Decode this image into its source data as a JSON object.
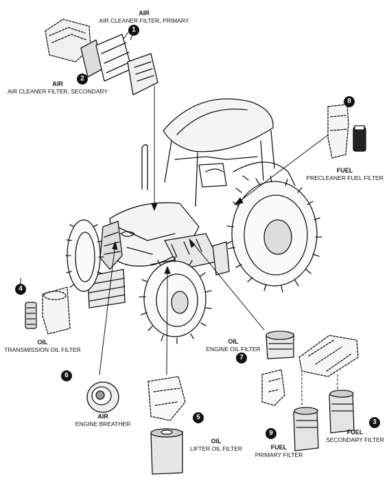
{
  "callouts": [
    {
      "number": "1",
      "category": "AIR",
      "name": "AIR CLEANER FILTER, PRIMARY"
    },
    {
      "number": "2",
      "category": "AIR",
      "name": "AIR CLEANER FILTER, SECONDARY"
    },
    {
      "number": "3",
      "category": "FUEL",
      "name": "SECONDARY FILTER"
    },
    {
      "number": "4",
      "category": "OIL",
      "name": "TRANSMISSION OIL FILTER"
    },
    {
      "number": "5",
      "category": "OIL",
      "name": "LIFTER OIL FILTER"
    },
    {
      "number": "6",
      "category": "AIR",
      "name": "ENGINE BREATHER"
    },
    {
      "number": "7",
      "category": "OIL",
      "name": "ENGINE OIL FILTER"
    },
    {
      "number": "8",
      "category": "FUEL",
      "name": "PRECLEANER FUEL FILTER"
    },
    {
      "number": "9",
      "category": "FUEL",
      "name": "PRIMARY FILTER"
    }
  ],
  "colors": {
    "ink": "#111111",
    "badge": "#111111",
    "badge_text": "#ffffff",
    "fill": "#e8e8e8"
  }
}
